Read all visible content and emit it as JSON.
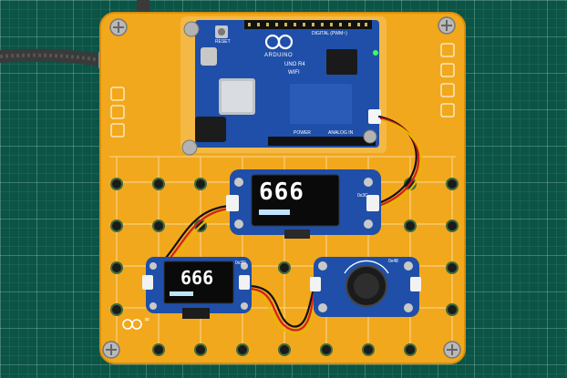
{
  "board": {
    "brand_text": "ARDUINO",
    "model_text": "UNO R4",
    "model_sub": "WIFI",
    "reset_label": "RESET",
    "digital_label": "DIGITAL (PWM~)",
    "power_label": "POWER",
    "analog_label": "ANALOG IN"
  },
  "displays": {
    "large_value": "666",
    "small_value": "666",
    "large_addr": "0x3C",
    "small_addr": "0x3D"
  },
  "knob": {
    "addr": "0x48"
  },
  "plate": {
    "logo_mark": "∞"
  },
  "colors": {
    "plate": "#f2a81c",
    "pcb": "#1f4fa8",
    "mat": "#0b5446",
    "oled": "#0a0a0a"
  }
}
